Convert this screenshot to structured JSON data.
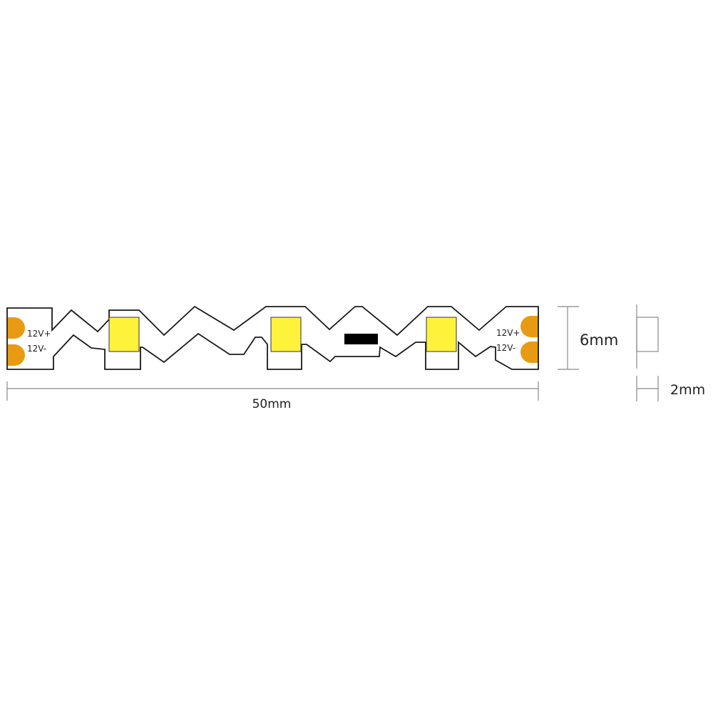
{
  "diagram": {
    "pads": {
      "left_positive": "12V+",
      "left_negative": "12V-",
      "right_positive": "12V+",
      "right_negative": "12V-"
    },
    "dimensions": {
      "length": "50mm",
      "width": "6mm",
      "thickness": "2mm"
    },
    "colors": {
      "pad": "#E89B12",
      "led": "#FFF23A",
      "resistor": "#000000",
      "outline": "#1a1a1a",
      "dimension_line": "#888888"
    }
  }
}
